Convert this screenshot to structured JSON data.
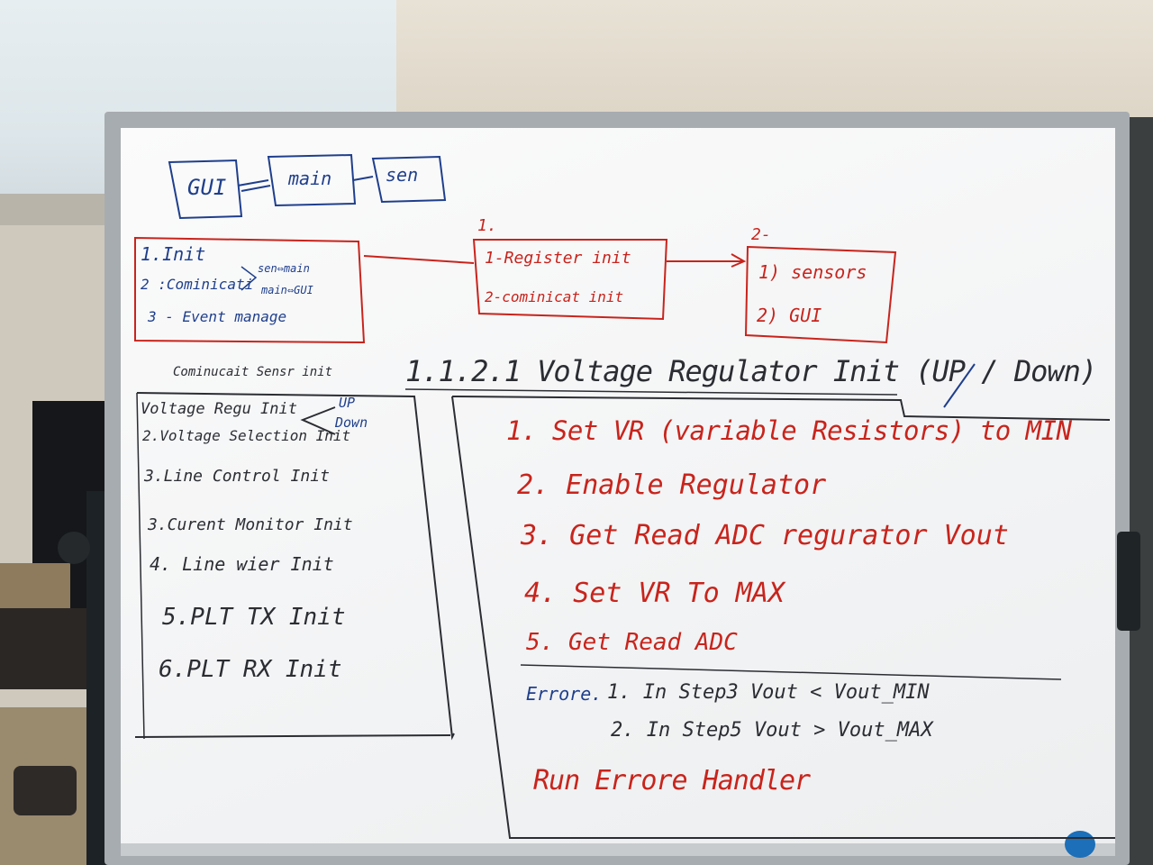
{
  "board": {
    "top_diagram": {
      "gui": "GUI",
      "main": "main",
      "sen": "sen"
    },
    "init_box": {
      "line1": "1.Init",
      "line2_prefix": "2 :Cominicati",
      "line2_upper": "sen⇔main",
      "line2_lower": "main⇔GUI",
      "line3": "3 - Event manage"
    },
    "step1": {
      "num": "1.",
      "line1": "1-Register init",
      "line2": "2-cominicat init"
    },
    "step2": {
      "num": "2-",
      "line1": "1) sensors",
      "line2": "2) GUI"
    },
    "section_title": "1.1.2.1 Voltage Regulator Init (UP / Down)",
    "left_list": {
      "header": "Cominucait Sensr init",
      "item1": "Voltage Regu Init",
      "item1_up": "UP",
      "item1_down": "Down",
      "item2": "2.Voltage Selection Init",
      "item3": "3.Line Control Init",
      "item4": "3.Curent Monitor Init",
      "item5": "4. Line wier   Init",
      "item6": "5.PLT TX Init",
      "item7": "6.PLT RX Init"
    },
    "steps": {
      "s1": "1. Set VR (variable Resistors) to MIN",
      "s2": "2. Enable Regulator",
      "s3": "3. Get Read ADC regurator Vout",
      "s4": "4. Set VR To MAX",
      "s5": "5. Get Read ADC"
    },
    "errors": {
      "label": "Errore.",
      "e1": "1. In Step3  Vout  <  Vout_MIN",
      "e2": "2. In Step5  Vout  >  Vout_MAX"
    },
    "run": "Run Errore Handler"
  },
  "colors": {
    "blue_ink": "#1f3f8c",
    "red_ink": "#c8241c",
    "black_ink": "#2b2d33",
    "board": "#f5f6f7"
  }
}
